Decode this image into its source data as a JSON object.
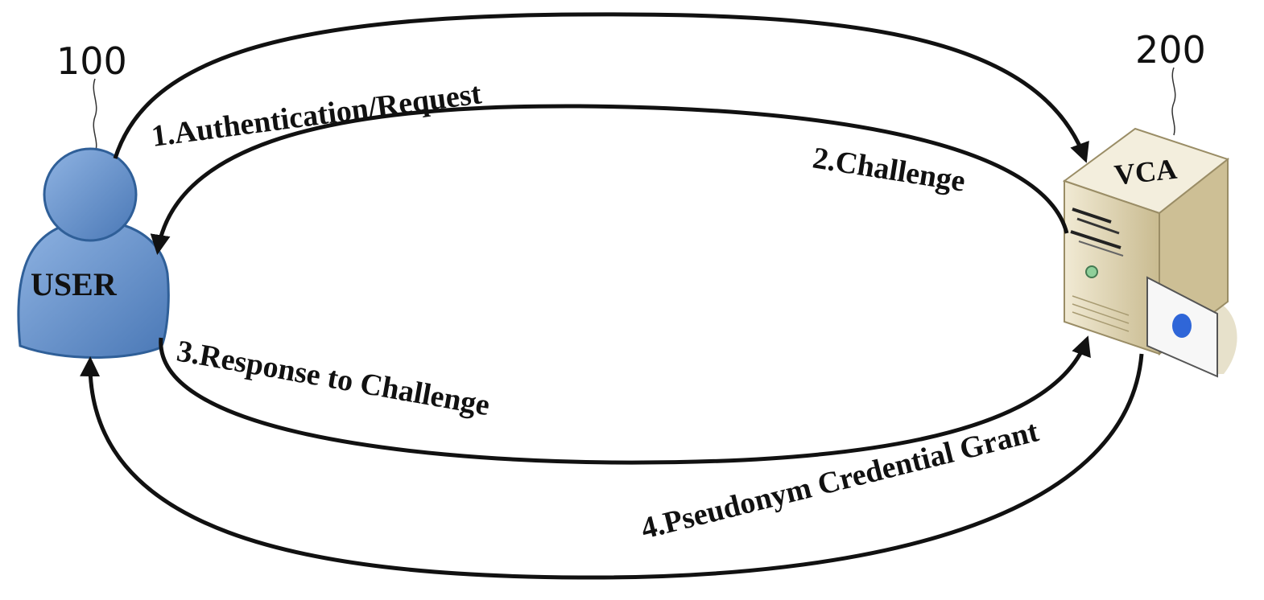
{
  "user": {
    "ref_number": "100",
    "label": "USER",
    "body_color": "#5b86c0",
    "outline_color": "#2f5f98"
  },
  "vca": {
    "ref_number": "200",
    "label": "VCA",
    "body_color": "#e4dbc0",
    "card_dot_color": "#2f66d8"
  },
  "steps": [
    {
      "label": "1.Authentication/Request"
    },
    {
      "label": "2.Challenge"
    },
    {
      "label": "3.Response to Challenge"
    },
    {
      "label": "4.Pseudonym Credential Grant"
    }
  ]
}
